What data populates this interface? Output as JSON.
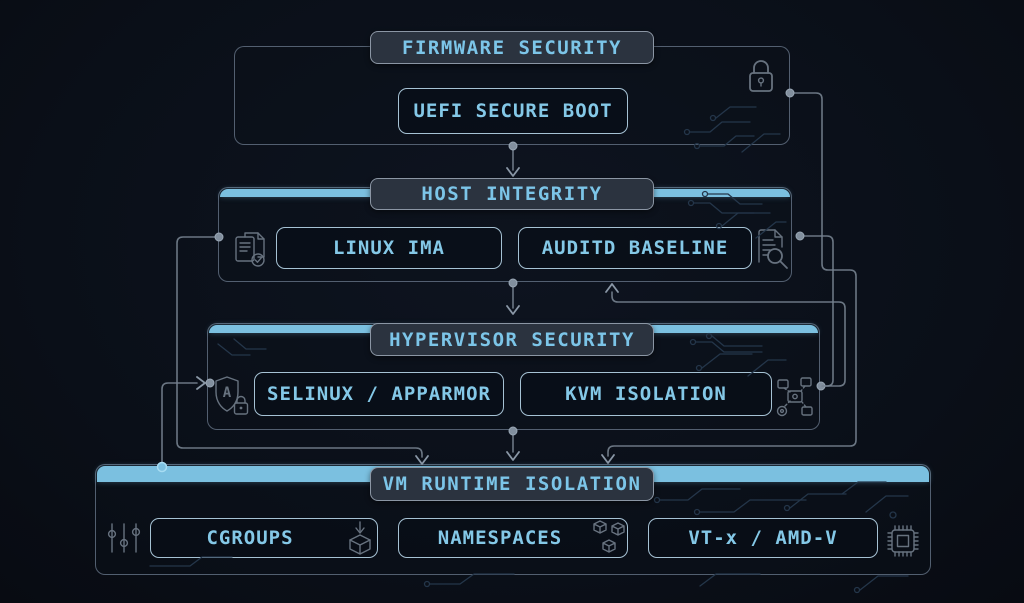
{
  "diagram": {
    "kind": "virtualization security layer diagram",
    "colors": {
      "background": "#0a0f18",
      "accent_bar": "#7bc0e0",
      "label_text": "#7cc5e8",
      "plate_border": "#8b96a4",
      "container_border": "#5f6b7a",
      "node_border": "#a6c2d4",
      "connector": "#76828f"
    },
    "layers": [
      {
        "name": "firmware-security",
        "title": "FIRMWARE SECURITY",
        "has_accent_bar": false,
        "icons": [
          "lock-icon"
        ],
        "items": [
          {
            "label": "UEFI SECURE BOOT"
          }
        ]
      },
      {
        "name": "host-integrity",
        "title": "HOST INTEGRITY",
        "has_accent_bar": true,
        "icons": [
          "document-check-icon",
          "document-search-icon"
        ],
        "items": [
          {
            "label": "LINUX IMA"
          },
          {
            "label": "AUDITD BASELINE"
          }
        ]
      },
      {
        "name": "hypervisor-security",
        "title": "HYPERVISOR SECURITY",
        "has_accent_bar": true,
        "icons": [
          "shield-lock-icon",
          "network-nodes-icon"
        ],
        "items": [
          {
            "label": "SELINUX / APPARMOR"
          },
          {
            "label": "KVM ISOLATION"
          }
        ]
      },
      {
        "name": "vm-runtime-isolation",
        "title": "VM RUNTIME ISOLATION",
        "has_accent_bar": true,
        "icons": [
          "sliders-icon",
          "chip-icon"
        ],
        "items": [
          {
            "label": "CGROUPS",
            "icon": "package-drop-icon"
          },
          {
            "label": "NAMESPACES",
            "icon": "cubes-icon"
          },
          {
            "label": "VT-x / AMD-V"
          }
        ]
      }
    ],
    "connections": [
      "firmware-security -> host-integrity (down arrow)",
      "host-integrity -> hypervisor-security (down arrow)",
      "hypervisor-security -> vm-runtime-isolation (down arrow)",
      "host-integrity left -> vm-runtime-isolation top (down arrow)",
      "vm-runtime-isolation bar -> hypervisor-security left (right arrow)",
      "firmware-security right -> vm-runtime-isolation top (down arrow)",
      "hypervisor-security right -> host-integrity bottom (up arrow)",
      "host-integrity right -> hypervisor-security right (junction)"
    ]
  }
}
